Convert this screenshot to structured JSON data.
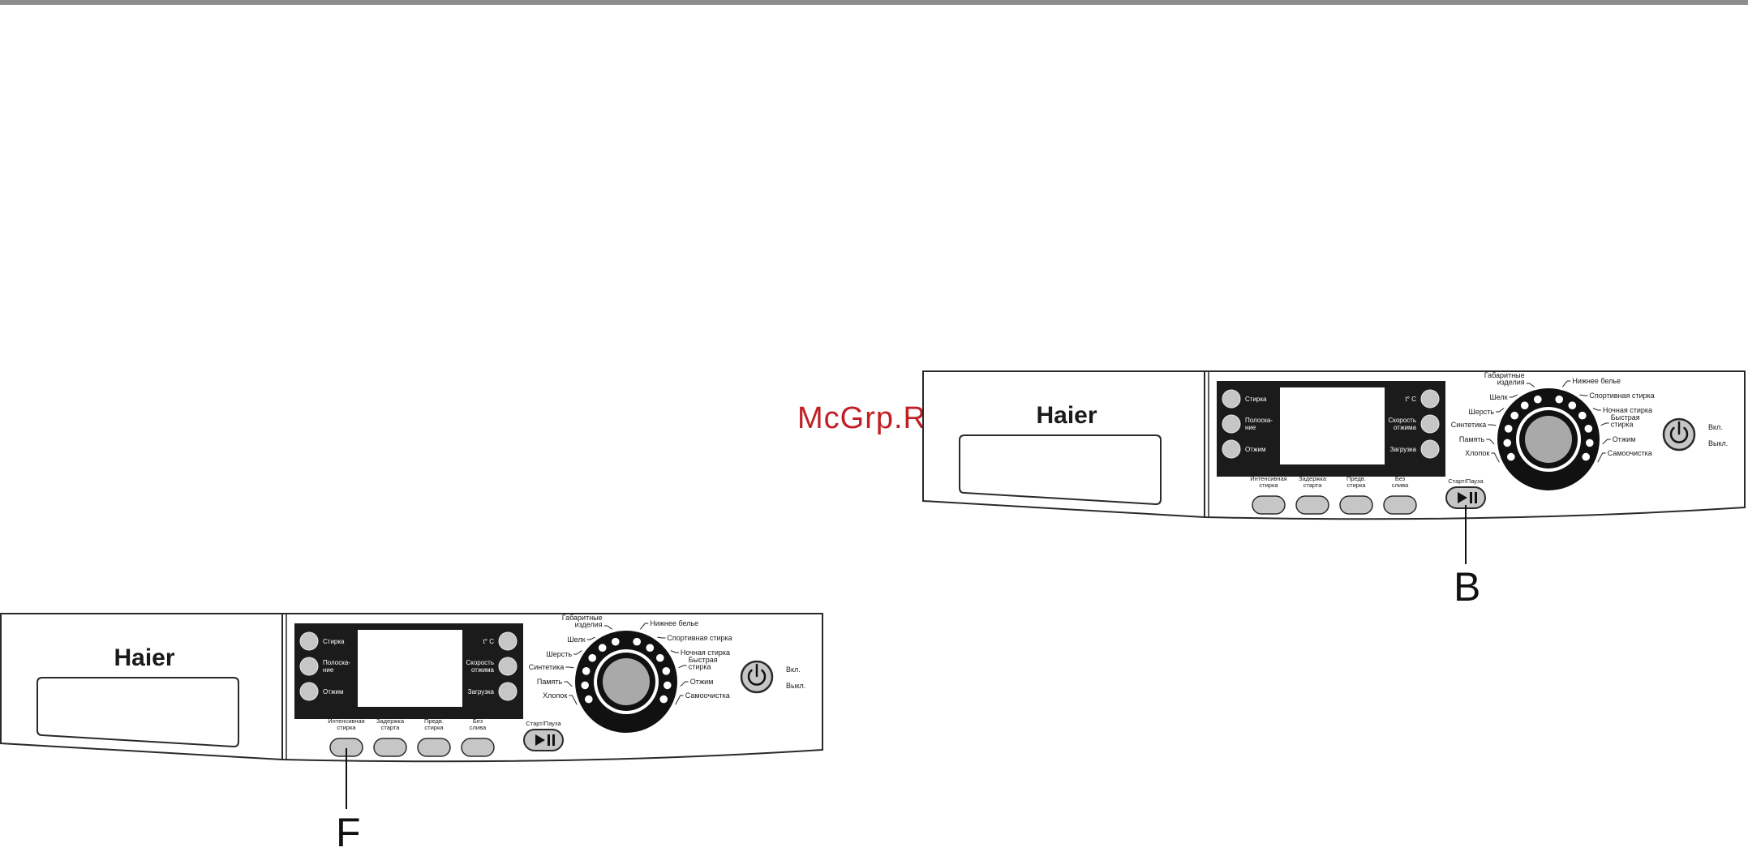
{
  "watermark": "McGrp.Ru",
  "brand": "Haier",
  "buttons": {
    "wash": "Стирка",
    "rinse": [
      "Полоска-",
      "ние"
    ],
    "spin": "Отжим",
    "temp": "t° C",
    "spin_speed": [
      "Скорость",
      "отжима"
    ],
    "load": "Загрузка"
  },
  "bottom_buttons": [
    {
      "id": "intensive",
      "lines": [
        "Интенсивная",
        "стирка"
      ]
    },
    {
      "id": "delay",
      "lines": [
        "Задержка",
        "старта"
      ]
    },
    {
      "id": "prewash",
      "lines": [
        "Предв.",
        "стирка"
      ]
    },
    {
      "id": "nodrain",
      "lines": [
        "Без",
        "слива"
      ]
    }
  ],
  "start_pause": "Старт/Пауза",
  "power": {
    "on": "Вкл.",
    "off": "Выкл."
  },
  "programs_left": [
    {
      "id": "bulky",
      "lines": [
        "Габаритные",
        "изделия"
      ]
    },
    {
      "id": "silk",
      "lines": [
        "Шелк"
      ]
    },
    {
      "id": "wool",
      "lines": [
        "Шерсть"
      ]
    },
    {
      "id": "synthetic",
      "lines": [
        "Синтетика"
      ]
    },
    {
      "id": "memory",
      "lines": [
        "Память"
      ]
    },
    {
      "id": "cotton",
      "lines": [
        "Хлопок"
      ]
    }
  ],
  "programs_right": [
    {
      "id": "underwear",
      "lines": [
        "Нижнее белье"
      ]
    },
    {
      "id": "sport",
      "lines": [
        "Спортивная стирка"
      ]
    },
    {
      "id": "night",
      "lines": [
        "Ночная стирка"
      ]
    },
    {
      "id": "quick",
      "lines": [
        "Быстрая",
        "стирка"
      ]
    },
    {
      "id": "spin",
      "lines": [
        "Отжим"
      ]
    },
    {
      "id": "selfclean",
      "lines": [
        "Самоочистка"
      ]
    }
  ],
  "callouts": {
    "b": "B",
    "f": "F"
  },
  "colors": {
    "button": "#c6c6c6",
    "display": "#1b1b1b",
    "screen": "#ffffff",
    "outline": "#2a2a2a",
    "watermark": "#c21f24",
    "topbar": "#8d8d8d"
  }
}
